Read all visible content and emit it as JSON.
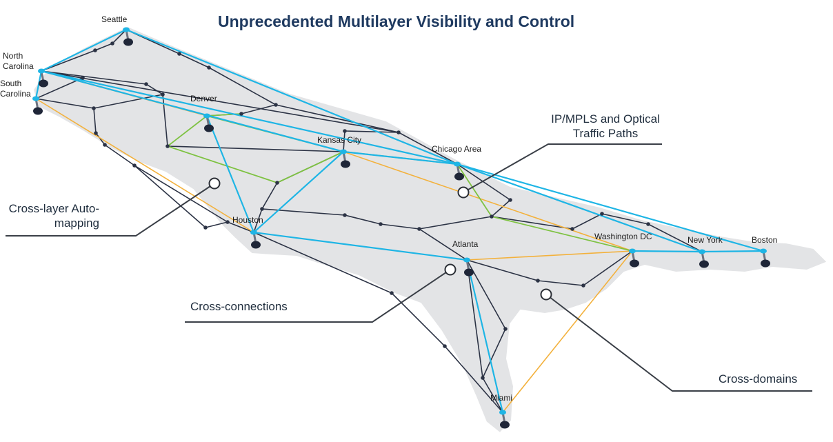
{
  "title": "Unprecedented Multilayer Visibility and Control",
  "colors": {
    "map_fill": "#e3e4e6",
    "map_stroke": "#ffffff",
    "dark_link": "#2c3345",
    "blue_link": "#1eb5e5",
    "orange_link": "#f3b13c",
    "green_link": "#7ec242",
    "title": "#1f3a60",
    "callout_line": "#3a3f47"
  },
  "cities": [
    {
      "name": "Seattle"
    },
    {
      "name": "North Carolina"
    },
    {
      "name": "South Carolina"
    },
    {
      "name": "Denver"
    },
    {
      "name": "Kansas City"
    },
    {
      "name": "Chicago Area"
    },
    {
      "name": "Houston"
    },
    {
      "name": "Atlanta"
    },
    {
      "name": "Washington DC"
    },
    {
      "name": "New York"
    },
    {
      "name": "Boston"
    },
    {
      "name": "Miami"
    }
  ],
  "callouts": {
    "ip_mpls": "IP/MPLS and Optical Traffic Paths",
    "cross_layer": "Cross-layer Auto-mapping",
    "cross_connections": "Cross-connections",
    "cross_domains": "Cross-domains"
  }
}
